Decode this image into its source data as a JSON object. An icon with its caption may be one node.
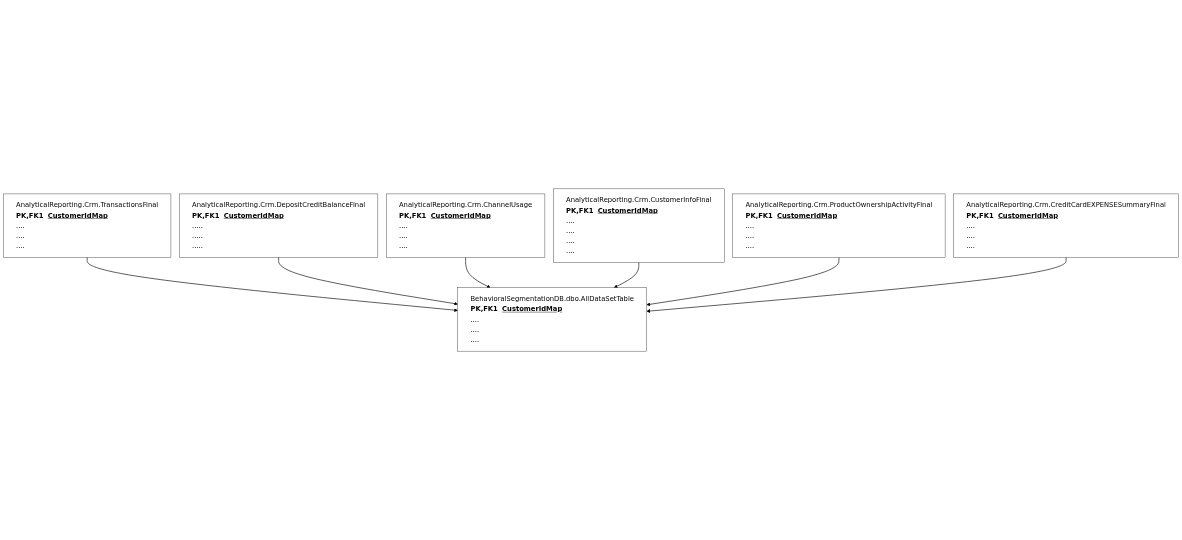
{
  "diagram": {
    "nodes": [
      {
        "text": [
          "AnalyticalReporting.Crm.TransactionsFinal",
          "PK,FK1",
          "CustomerIdMap",
          "....",
          "....",
          "...."
        ]
      },
      {
        "text": [
          "AnalyticalReporting.Crm.DepositCreditBalanceFinal",
          "PK,FK1",
          "CustomerIdMap",
          ".....",
          ".....",
          "....."
        ]
      },
      {
        "text": [
          "AnalyticalReporting.Crm.ChannelUsage",
          "PK,FK1",
          "CustomerIdMap",
          "....",
          "....",
          "...."
        ]
      },
      {
        "text": [
          "BehavioralSegmentationDB.dbo.AllDataSetTable",
          "PK,FK1",
          "CustomerIdMap",
          "....",
          "....",
          "...."
        ]
      },
      {
        "text": [
          "AnalyticalReporting.Crm.CustomerInfoFinal",
          "PK,FK1",
          "CustomerIdMap",
          "....",
          "....",
          "....",
          "...."
        ]
      },
      {
        "text": [
          "AnalyticalReporting.Crm.ProductOwnershipActivityFinal",
          "PK,FK1",
          "CustomerIdMap",
          "....",
          "....",
          "...."
        ]
      },
      {
        "text": [
          "AnalyticalReporting.Crm.CreditCardEXPENSESummaryFinal",
          "PK,FK1",
          "CustomerIdMap",
          "....",
          "....",
          "...."
        ]
      }
    ],
    "edges": [
      {
        "from": 0,
        "to": 3,
        "arrow": "to"
      },
      {
        "from": 1,
        "to": 3,
        "arrow": "to"
      },
      {
        "from": 2,
        "to": 3,
        "arrow": "to"
      },
      {
        "from": 4,
        "to": 3,
        "arrow": "to"
      },
      {
        "from": 5,
        "to": 3,
        "arrow": "to"
      },
      {
        "from": 6,
        "to": 3,
        "arrow": "to"
      }
    ]
  }
}
